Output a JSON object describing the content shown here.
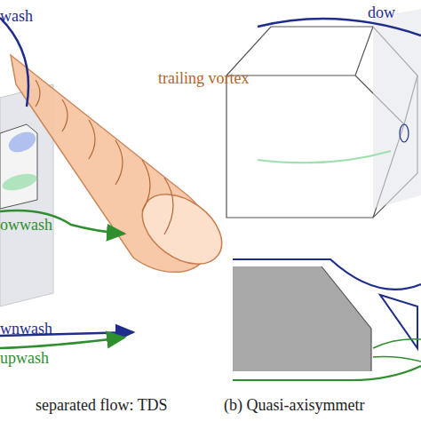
{
  "diagram": {
    "labels": [
      "wash",
      "trailing vortex",
      "owwash",
      "wnwash",
      "upwash",
      "dow",
      "separated flow: TDS",
      "(b) Quasi-axisymmetr"
    ]
  }
}
